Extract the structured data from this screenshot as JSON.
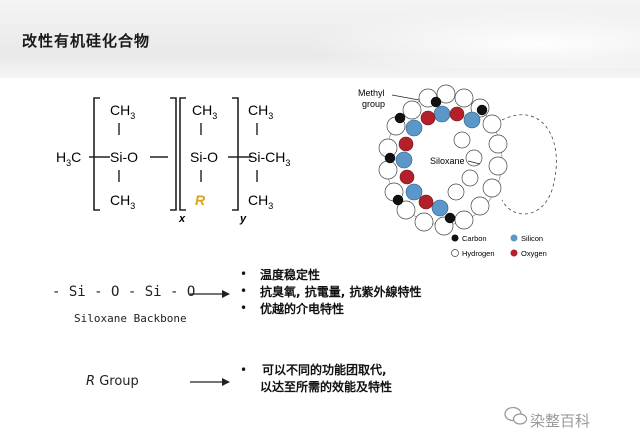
{
  "header": {
    "title": "改性有机硅化合物"
  },
  "formula": {
    "left_group": "H3C",
    "unit1": {
      "top": "CH3",
      "mid": "Si-O",
      "bottom": "CH3",
      "subscript": "x"
    },
    "unit2": {
      "top": "CH3",
      "mid": "Si-O",
      "bottom": "R",
      "subscript": "y"
    },
    "end_group": {
      "top": "CH3",
      "mid": "Si-CH3",
      "bottom": "CH3"
    },
    "r_color": "#d8a21c"
  },
  "molecule": {
    "methyl_label_line1": "Methyl",
    "methyl_label_line2": "group",
    "center_label": "Siloxane",
    "legend": [
      {
        "label": "Carbon",
        "color": "#111111"
      },
      {
        "label": "Silicon",
        "color": "#5b97c9"
      },
      {
        "label": "Hydrogen",
        "color": "#ffffff"
      },
      {
        "label": "Oxygen",
        "color": "#b3202a"
      }
    ]
  },
  "backbone": {
    "formula": "- Si - O - Si - O",
    "label": "Siloxane Backbone",
    "properties": [
      "温度稳定性",
      "抗臭氧, 抗電量, 抗紫外線特性",
      "优越的介电特性"
    ]
  },
  "rgroup": {
    "symbol": "R",
    "word": "Group",
    "desc_line1": "可以不同的功能团取代,",
    "desc_line2": "以达至所需的效能及特性"
  },
  "watermark": {
    "text": "染整百科"
  }
}
